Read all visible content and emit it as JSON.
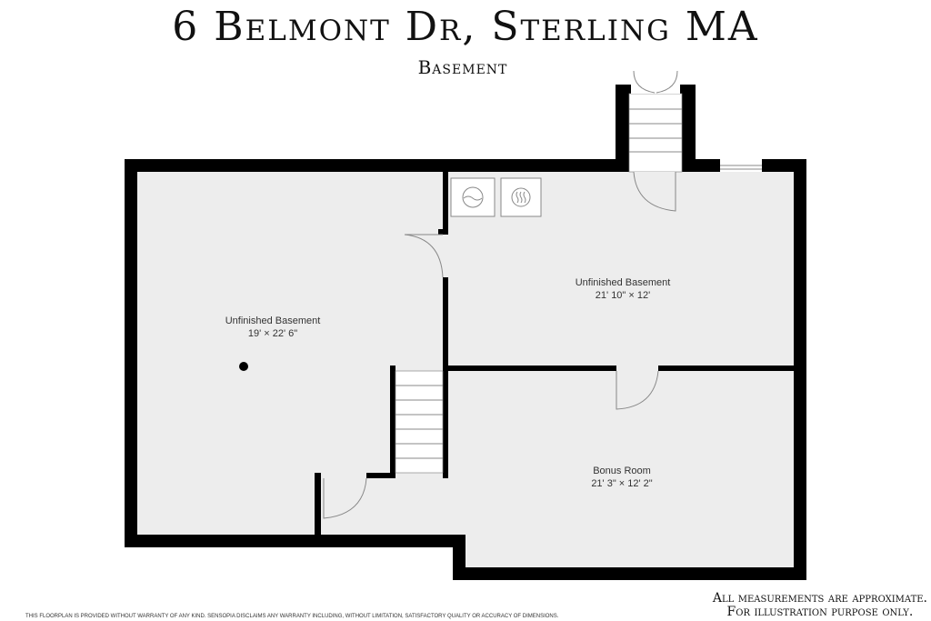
{
  "title": "6 Belmont Dr, Sterling MA",
  "subtitle": "Basement",
  "rooms": [
    {
      "name": "Unfinished Basement",
      "dims": "19' × 22' 6\""
    },
    {
      "name": "Unfinished Basement",
      "dims": "21' 10\" × 12'"
    },
    {
      "name": "Bonus Room",
      "dims": "21' 3\" × 12' 2\""
    }
  ],
  "disclaimer": "THIS FLOORPLAN IS PROVIDED WITHOUT WARRANTY OF ANY KIND. SENSOPIA DISCLAIMS ANY WARRANTY INCLUDING, WITHOUT LIMITATION, SATISFACTORY QUALITY OR ACCURACY OF DIMENSIONS.",
  "note_line1": "All measurements are approximate.",
  "note_line2": "For illustration purpose only."
}
